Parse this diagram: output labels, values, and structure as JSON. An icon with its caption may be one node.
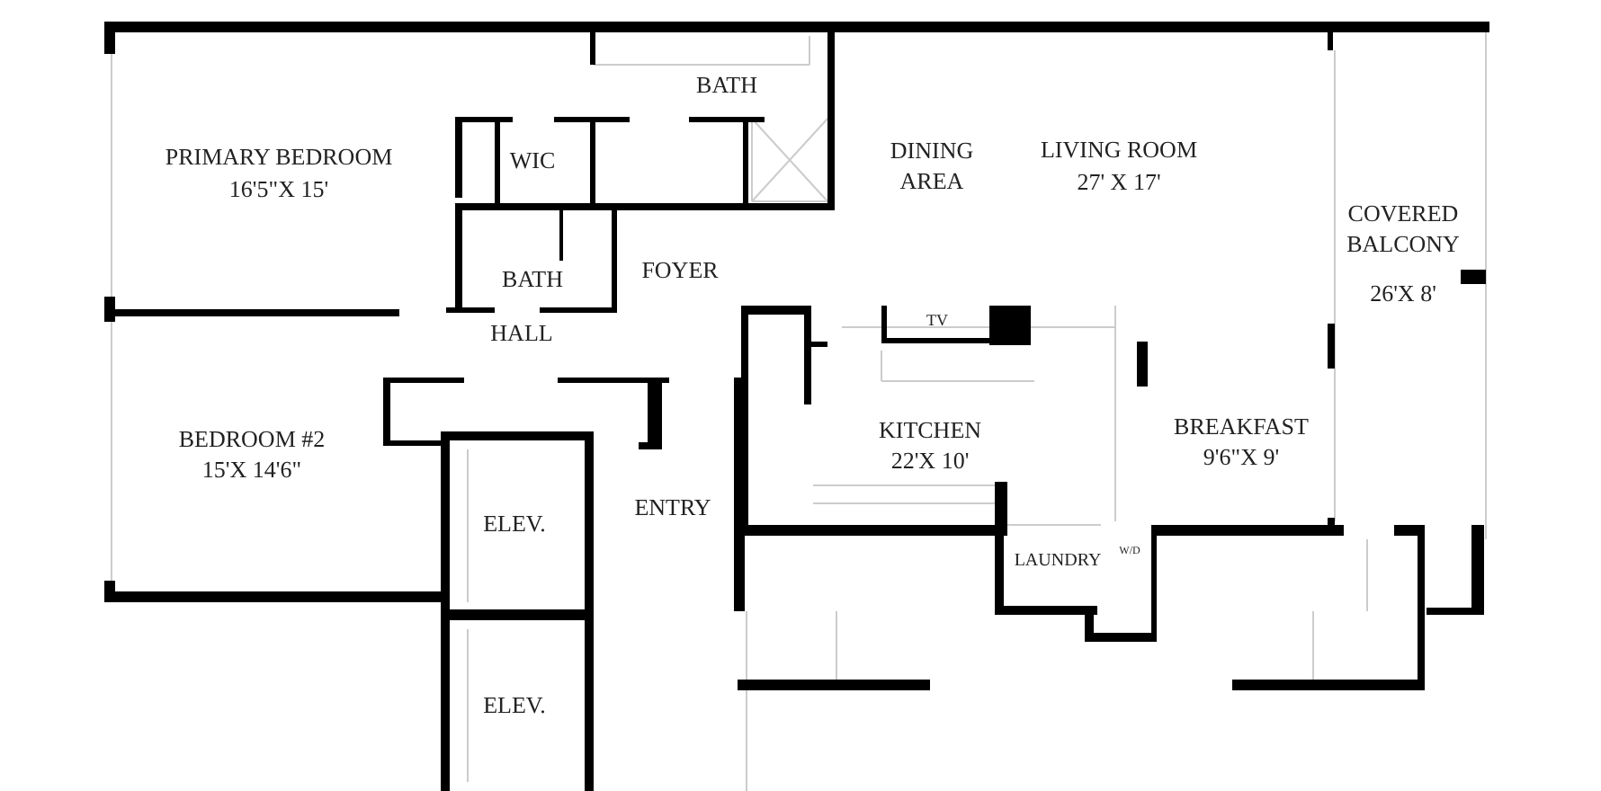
{
  "diagram": {
    "labels": [
      "BATH",
      "PRIMARY BEDROOM",
      "16'5\"X 15'",
      "WIC",
      "DINING AREA",
      "LIVING ROOM",
      "27' X 17'",
      "COVERED BALCONY",
      "26'X 8'",
      "BATH",
      "FOYER",
      "TV",
      "HALL",
      "KITCHEN",
      "22'X 10'",
      "BREAKFAST",
      "9'6\"X 9'",
      "BEDROOM #2",
      "15'X 14'6\"",
      "ENTRY",
      "ELEV.",
      "LAUNDRY",
      "W/D",
      "ELEV."
    ]
  }
}
